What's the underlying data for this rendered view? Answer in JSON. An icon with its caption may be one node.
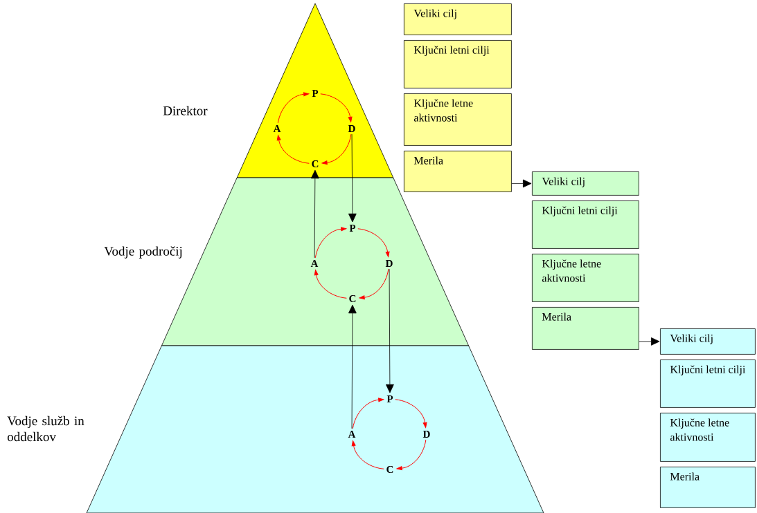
{
  "diagram": {
    "nodes": [
      {
        "text": [
          "Direktor"
        ]
      },
      {
        "text": [
          "P"
        ],
        "in": 0
      },
      {
        "text": [
          "D"
        ],
        "in": 0
      },
      {
        "text": [
          "C"
        ],
        "in": 0
      },
      {
        "text": [
          "A"
        ],
        "in": 0
      },
      {
        "text": [
          "Vodje področij"
        ]
      },
      {
        "text": [
          "P"
        ],
        "in": 5
      },
      {
        "text": [
          "D"
        ],
        "in": 5
      },
      {
        "text": [
          "C"
        ],
        "in": 5
      },
      {
        "text": [
          "A"
        ],
        "in": 5
      },
      {
        "text": [
          "Vodje služb in oddelkov"
        ]
      },
      {
        "text": [
          "P"
        ],
        "in": 10
      },
      {
        "text": [
          "D"
        ],
        "in": 10
      },
      {
        "text": [
          "C"
        ],
        "in": 10
      },
      {
        "text": [
          "A"
        ],
        "in": 10
      },
      {
        "text": [
          "Veliki cilj"
        ]
      },
      {
        "text": [
          "Ključni letni cilji"
        ]
      },
      {
        "text": [
          "Ključne letne aktivnosti"
        ]
      },
      {
        "text": [
          "Merila"
        ]
      },
      {
        "text": [
          "Veliki cilj"
        ]
      },
      {
        "text": [
          "Ključni letni cilji"
        ]
      },
      {
        "text": [
          "Ključne letne aktivnosti"
        ]
      },
      {
        "text": [
          "Merila"
        ]
      },
      {
        "text": [
          "Veliki cilj"
        ]
      },
      {
        "text": [
          "Ključni letni cilji"
        ]
      },
      {
        "text": [
          "Ključne letne aktivnosti"
        ]
      },
      {
        "text": [
          "Merila"
        ]
      }
    ],
    "edges": [
      {
        "from": 1,
        "to": 2,
        "arrow": "to"
      },
      {
        "from": 2,
        "to": 3,
        "arrow": "to"
      },
      {
        "from": 3,
        "to": 4,
        "arrow": "to"
      },
      {
        "from": 4,
        "to": 1,
        "arrow": "to"
      },
      {
        "from": 6,
        "to": 7,
        "arrow": "to"
      },
      {
        "from": 7,
        "to": 8,
        "arrow": "to"
      },
      {
        "from": 8,
        "to": 9,
        "arrow": "to"
      },
      {
        "from": 9,
        "to": 6,
        "arrow": "to"
      },
      {
        "from": 11,
        "to": 12,
        "arrow": "to"
      },
      {
        "from": 12,
        "to": 13,
        "arrow": "to"
      },
      {
        "from": 13,
        "to": 14,
        "arrow": "to"
      },
      {
        "from": 14,
        "to": 11,
        "arrow": "to"
      },
      {
        "from": 2,
        "to": 6,
        "arrow": "to",
        "color": "#000000"
      },
      {
        "from": 9,
        "to": 3,
        "arrow": "to",
        "color": "#000000"
      },
      {
        "from": 7,
        "to": 11,
        "arrow": "to",
        "color": "#000000"
      },
      {
        "from": 14,
        "to": 8,
        "arrow": "to",
        "color": "#000000"
      },
      {
        "from": 18,
        "to": 19,
        "arrow": "to",
        "color": "#000000"
      },
      {
        "from": 22,
        "to": 23,
        "arrow": "to",
        "color": "#000000"
      }
    ]
  }
}
